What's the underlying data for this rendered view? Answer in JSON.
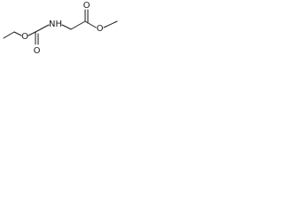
{
  "molecule": {
    "atom_labels": {
      "ester_ether_oxygen": "O",
      "carbamate_ether_oxygen": "O",
      "carbamate_carbonyl_oxygen": "O",
      "amide_nitrogen": "NH",
      "ester_carbonyl_oxygen": "O",
      "methoxy_oxygen": "O"
    },
    "colors": {
      "bond": "#1a1a1a",
      "label": "#1a1a1a",
      "background": "#ffffff"
    }
  }
}
